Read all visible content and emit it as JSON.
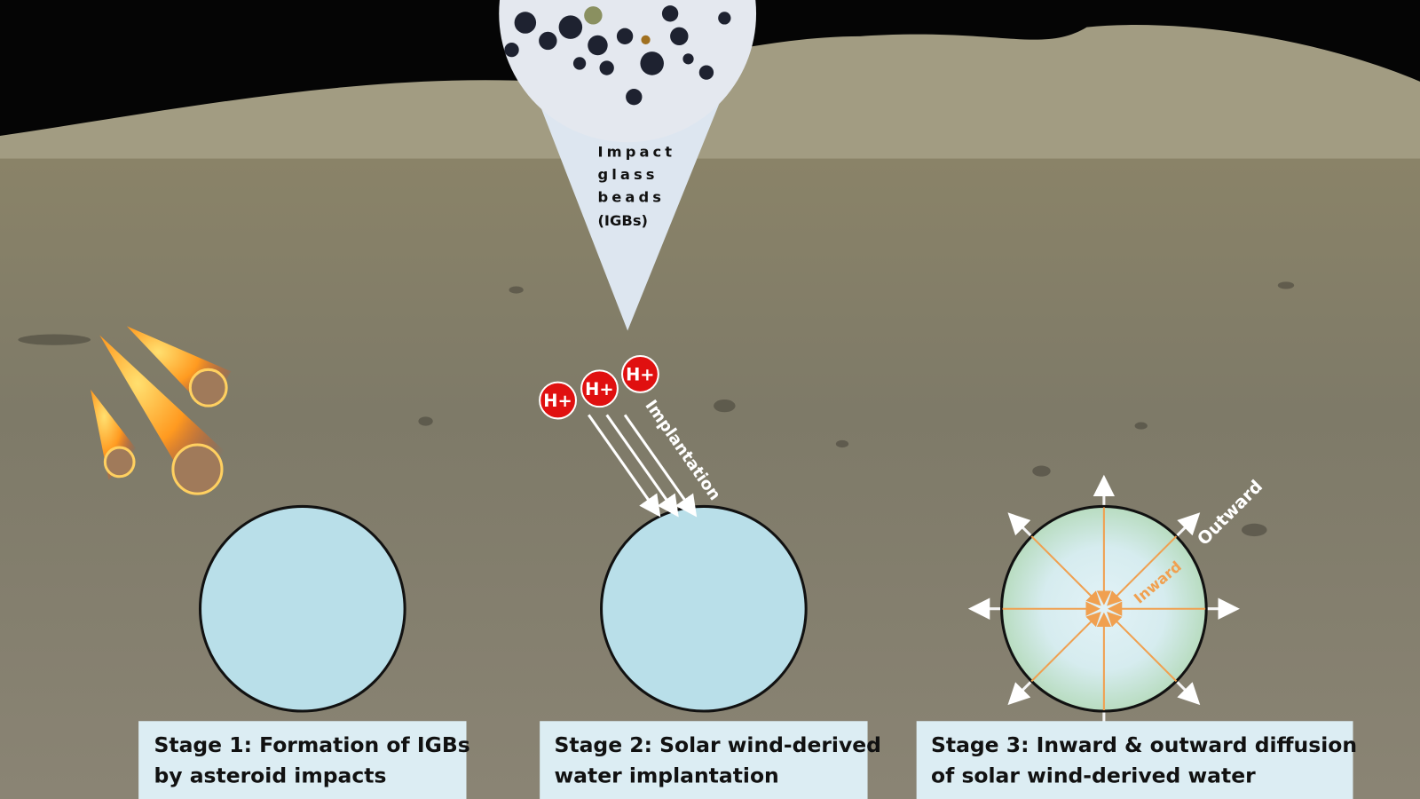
{
  "title_bubble": {
    "lines": [
      "Impact",
      "glass",
      "beads",
      "(IGBs)"
    ]
  },
  "ions": [
    "H+",
    "H+",
    "H+"
  ],
  "arrows": {
    "implantation": "Implantation",
    "inward": "Inward",
    "outward": "Outward"
  },
  "stages": [
    {
      "line1": "Stage 1: Formation of IGBs",
      "line2": "by asteroid impacts"
    },
    {
      "line1": "Stage 2: Solar wind-derived",
      "line2": "water implantation"
    },
    {
      "line1": "Stage 3: Inward & outward diffusion",
      "line2": "of solar wind-derived water"
    }
  ],
  "colors": {
    "bead": "#b9dfe9",
    "label_bg": "#dcedf3",
    "inward": "#f0a050",
    "ion": "#e01010"
  }
}
